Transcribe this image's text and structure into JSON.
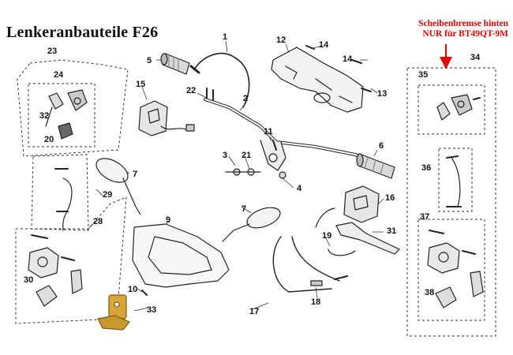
{
  "title": "Lenkeranbauteile F26",
  "note": {
    "line1": "Scheibenbremse hinten",
    "line2": "NUR für BT49QT-9M",
    "color": "#e00000"
  },
  "callouts": [
    "1",
    "2",
    "3",
    "4",
    "5",
    "6",
    "7",
    "7",
    "9",
    "10",
    "11",
    "12",
    "13",
    "14",
    "14",
    "15",
    "16",
    "17",
    "18",
    "19",
    "20",
    "21",
    "22",
    "23",
    "24",
    "28",
    "29",
    "30",
    "31",
    "32",
    "33",
    "34",
    "35",
    "36",
    "37",
    "38"
  ]
}
